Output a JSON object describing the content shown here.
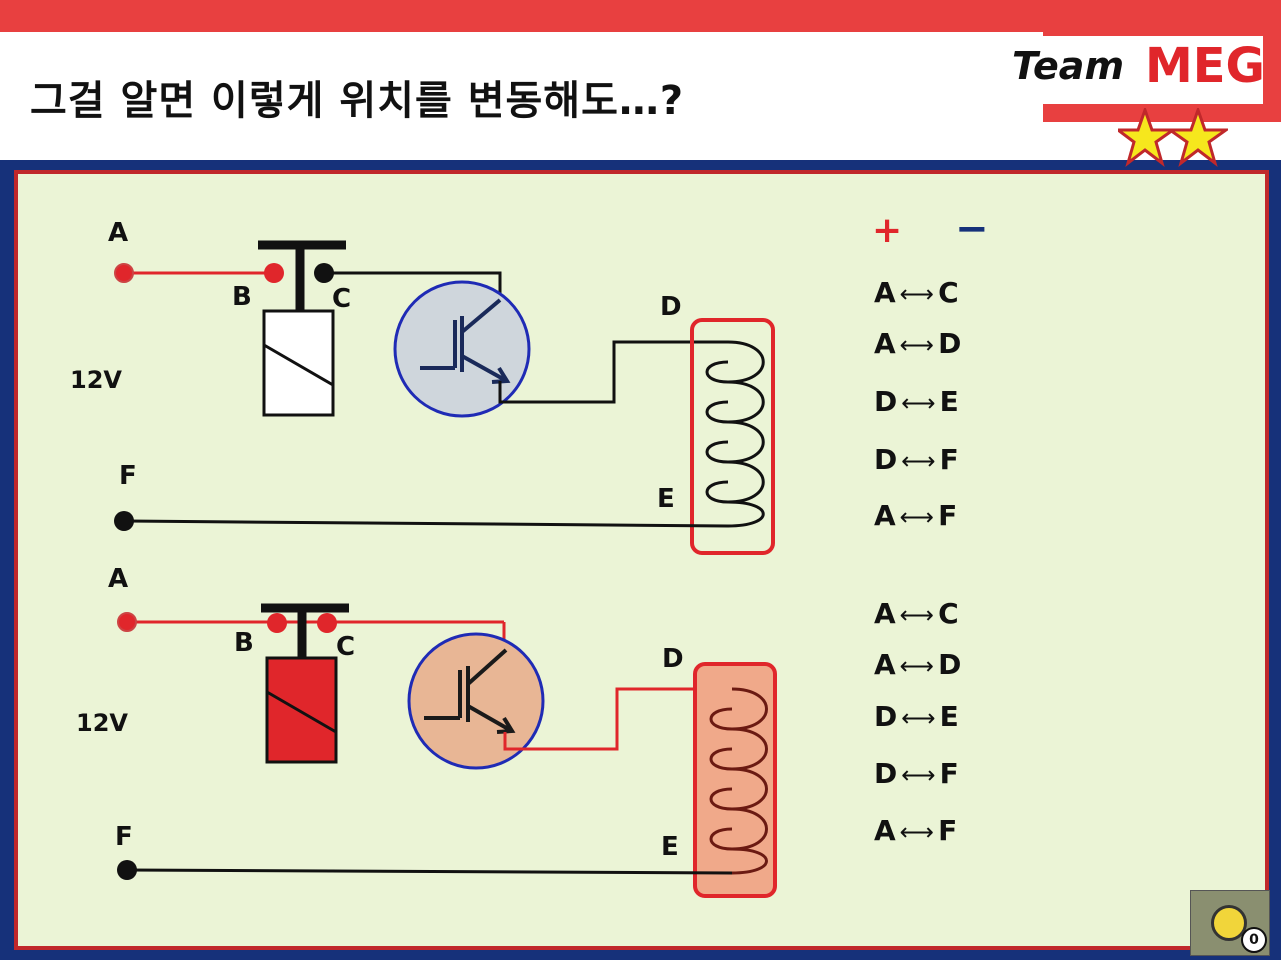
{
  "slide": {
    "title": "그걸 알면 이렇게 위치를 변동해도…?"
  },
  "logo": {
    "team": "Team",
    "meg": "MEG"
  },
  "top_circuit": {
    "labels": {
      "a": "A",
      "b": "B",
      "c": "C",
      "d": "D",
      "e": "E",
      "f": "F",
      "voltage": "12V"
    }
  },
  "bottom_circuit": {
    "labels": {
      "a": "A",
      "b": "B",
      "c": "C",
      "d": "D",
      "e": "E",
      "f": "F",
      "voltage": "12V"
    }
  },
  "legend": {
    "plus": "+",
    "minus": "−"
  },
  "arrow_symbol": "⟷",
  "pairs_top": [
    {
      "left": "A",
      "right": "C"
    },
    {
      "left": "A",
      "right": "D"
    },
    {
      "left": "D",
      "right": "E"
    },
    {
      "left": "D",
      "right": "F"
    },
    {
      "left": "A",
      "right": "F"
    }
  ],
  "pairs_bottom": [
    {
      "left": "A",
      "right": "C"
    },
    {
      "left": "A",
      "right": "D"
    },
    {
      "left": "D",
      "right": "E"
    },
    {
      "left": "D",
      "right": "F"
    },
    {
      "left": "A",
      "right": "F"
    }
  ],
  "timer": {
    "number": "0"
  },
  "colors": {
    "red": "#e0262b",
    "navy": "#16317a",
    "panel": "#ebf4d6",
    "transistor_top": "#cfd6dc",
    "transistor_bottom": "#e8b695",
    "coil_fill_bottom": "#f0a98a"
  }
}
